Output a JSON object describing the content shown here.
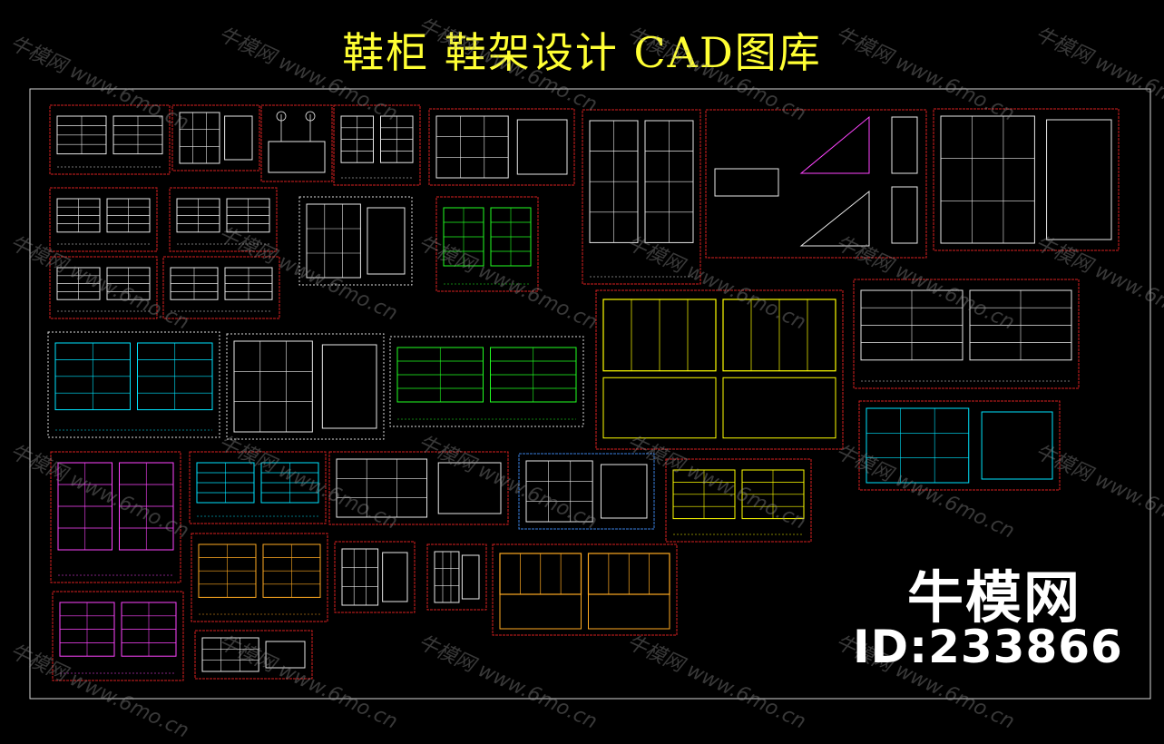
{
  "title": "鞋柜 鞋架设计 CAD图库",
  "brand": {
    "name": "牛模网",
    "id": "ID:233866"
  },
  "watermark": {
    "text": "牛模网 www.6mo.cn"
  },
  "colors": {
    "background": "#000000",
    "title": "#ffff33",
    "frame_red": "#d82020",
    "frame_white": "#dddddd",
    "frame_blue": "#3a7fe0",
    "line_white": "#e8e8e8",
    "line_yellow": "#ffff00",
    "line_cyan": "#00e5ff",
    "line_green": "#22ff22",
    "line_magenta": "#ff44ff",
    "line_orange": "#ffaa22"
  }
}
